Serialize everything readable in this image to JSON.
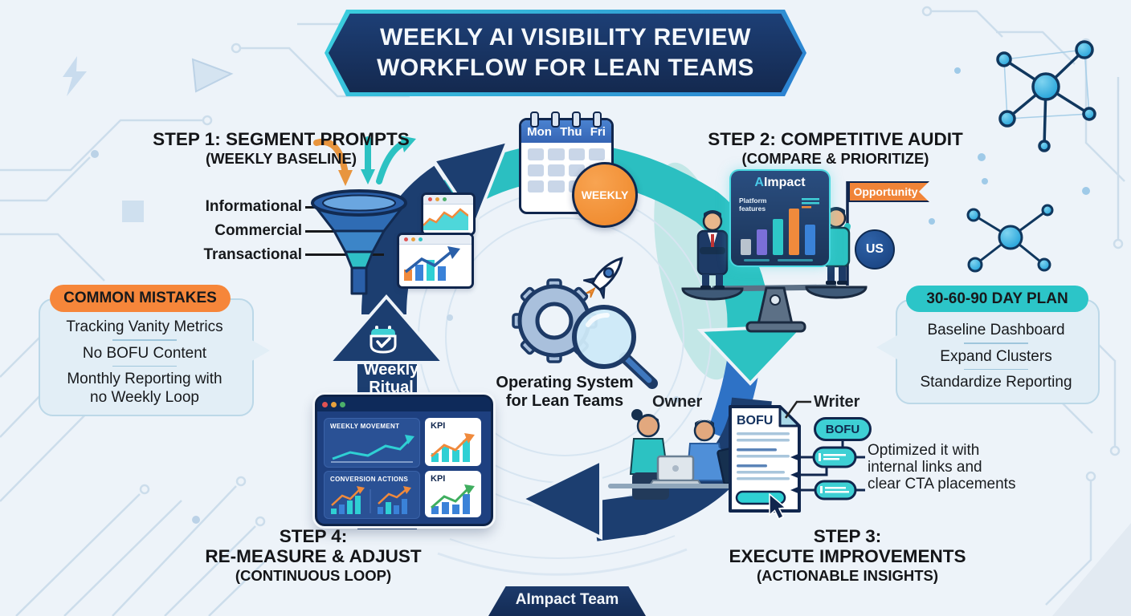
{
  "title": {
    "line1": "WEEKLY AI VISIBILITY REVIEW",
    "line2": "WORKFLOW FOR LEAN TEAMS"
  },
  "step1": {
    "title": "STEP 1: SEGMENT PROMPTS",
    "subtitle": "(WEEKLY BASELINE)",
    "funnel_labels": [
      "Informational",
      "Commercial",
      "Transactional"
    ]
  },
  "step2": {
    "title": "STEP 2: COMPETITIVE AUDIT",
    "subtitle": "(COMPARE & PRIORITIZE)",
    "card_brand_a": "A",
    "card_brand_rest": "Impact",
    "card_label": "Platform features",
    "flag": "Opportunity",
    "us": "US"
  },
  "step3": {
    "line1": "STEP 3:",
    "line2": "EXECUTE IMPROVEMENTS",
    "subtitle": "(ACTIONABLE INSIGHTS)",
    "owner": "Owner",
    "writer": "Writer",
    "doc_title": "BOFU",
    "pill": "BOFU",
    "note1": "Optimized it with",
    "note2": "internal links and",
    "note3": "clear CTA placements"
  },
  "step4": {
    "line1": "STEP 4:",
    "line2": "RE-MEASURE & ADJUST",
    "subtitle": "(CONTINUOUS LOOP)",
    "panel1": "WEEKLY MOVEMENT",
    "panel2": "CONVERSION ACTIONS",
    "kpi1": "KPI",
    "kpi2": "KPI"
  },
  "center": {
    "calendar_days": "Mon Thu Fri",
    "weekly_badge": "WEEKLY",
    "caption1": "Operating System",
    "caption2": "for Lean Teams",
    "ritual1": "Weekly",
    "ritual2": "Ritual"
  },
  "mistakes": {
    "header": "COMMON MISTAKES",
    "items": [
      "Tracking Vanity Metrics",
      "No BOFU Content",
      "Monthly Reporting with no Weekly Loop"
    ]
  },
  "plan": {
    "header": "30-60-90 DAY PLAN",
    "items": [
      "Baseline Dashboard",
      "Expand Clusters",
      "Standardize Reporting"
    ]
  },
  "footer": {
    "badge": "AImpact Team"
  },
  "colors": {
    "navy": "#1c3e70",
    "teal": "#2cc2c2",
    "orange": "#f0863a",
    "light_bg": "#edf3f9",
    "accent_blue": "#3a70c0"
  }
}
